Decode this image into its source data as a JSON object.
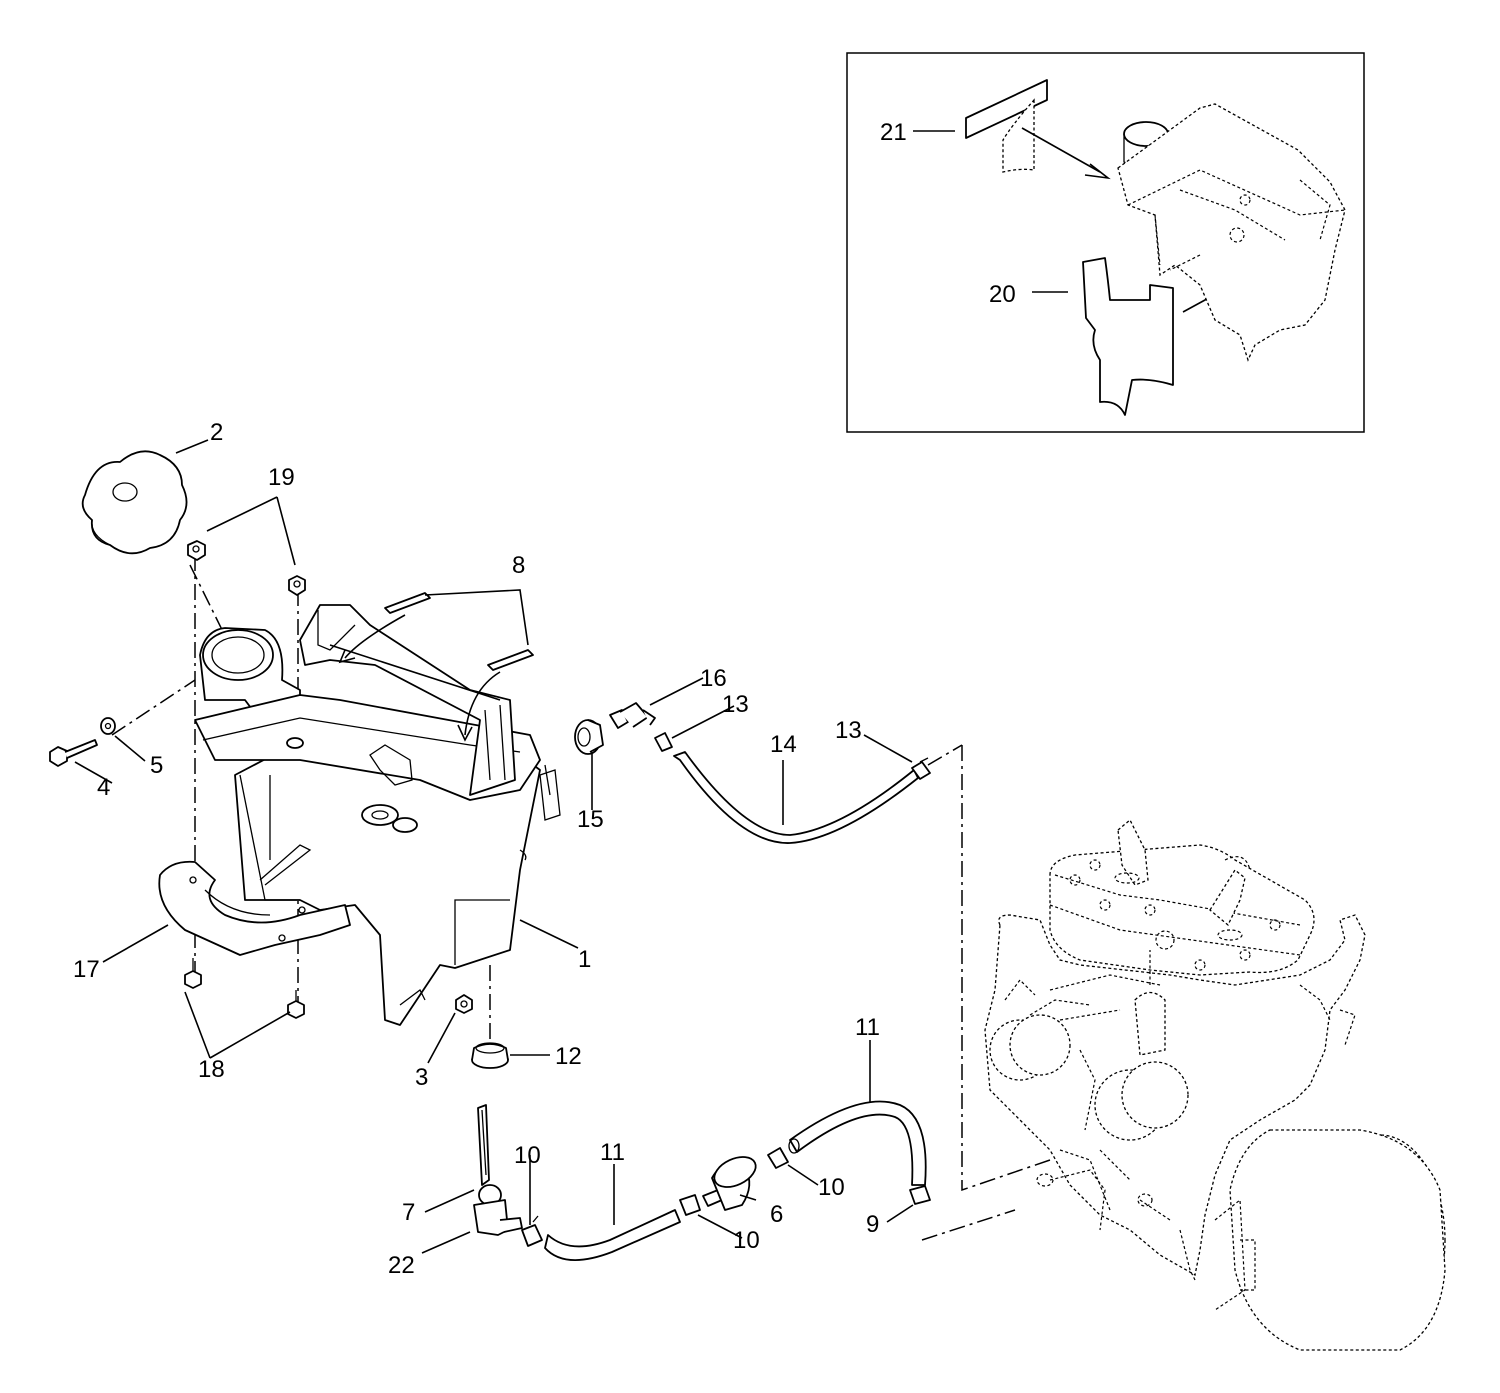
{
  "callouts": {
    "c1": "1",
    "c2": "2",
    "c3": "3",
    "c4": "4",
    "c5": "5",
    "c6": "6",
    "c7": "7",
    "c8": "8",
    "c9": "9",
    "c10a": "10",
    "c10b": "10",
    "c10c": "10",
    "c11a": "11",
    "c11b": "11",
    "c12": "12",
    "c13a": "13",
    "c13b": "13",
    "c14": "14",
    "c15": "15",
    "c16": "16",
    "c17": "17",
    "c18": "18",
    "c19": "19",
    "c20": "20",
    "c21": "21",
    "c22": "22"
  }
}
